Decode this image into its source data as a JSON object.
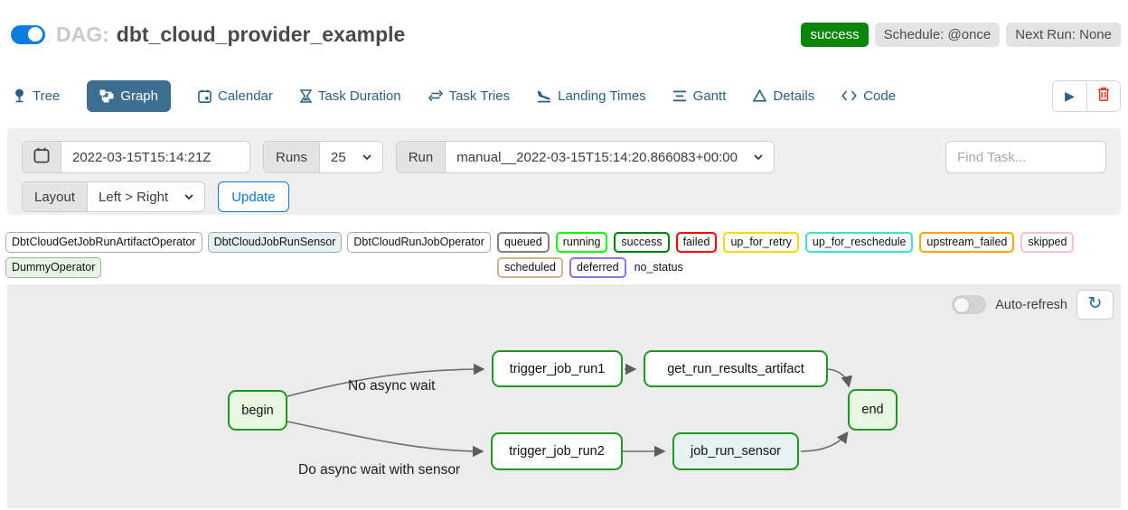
{
  "header": {
    "toggle_state": "on",
    "dag_prefix": "DAG:",
    "dag_name": "dbt_cloud_provider_example",
    "status_badge": "success",
    "schedule_badge": "Schedule: @once",
    "next_run_badge": "Next Run: None"
  },
  "tabs": [
    {
      "label": "Tree",
      "icon": "tree-pin-icon",
      "selected": false
    },
    {
      "label": "Graph",
      "icon": "graph-nodes-icon",
      "selected": true
    },
    {
      "label": "Calendar",
      "icon": "calendar-icon",
      "selected": false
    },
    {
      "label": "Task Duration",
      "icon": "hourglass-icon",
      "selected": false
    },
    {
      "label": "Task Tries",
      "icon": "repeat-icon",
      "selected": false
    },
    {
      "label": "Landing Times",
      "icon": "plane-landing-icon",
      "selected": false
    },
    {
      "label": "Gantt",
      "icon": "gantt-bars-icon",
      "selected": false
    },
    {
      "label": "Details",
      "icon": "triangle-icon",
      "selected": false
    },
    {
      "label": "Code",
      "icon": "code-icon",
      "selected": false
    }
  ],
  "toolbar": {
    "play_icon": "play-icon",
    "trash_icon": "trash-icon",
    "play_color": "#2c5f85",
    "trash_color": "#e0351b"
  },
  "filters": {
    "date_value": "2022-03-15T15:14:21Z",
    "runs_label": "Runs",
    "runs_value": "25",
    "run_label": "Run",
    "run_value": "manual__2022-03-15T15:14:20.866083+00:00",
    "find_task_placeholder": "Find Task...",
    "layout_label": "Layout",
    "layout_value": "Left > Right",
    "update_label": "Update"
  },
  "legend": {
    "operators": [
      {
        "label": "DbtCloudGetJobRunArtifactOperator",
        "fill": "#ffffff"
      },
      {
        "label": "DbtCloudJobRunSensor",
        "fill": "#e6f1f2"
      },
      {
        "label": "DbtCloudRunJobOperator",
        "fill": "#ffffff"
      },
      {
        "label": "DummyOperator",
        "fill": "#e8f7e4"
      }
    ],
    "states": [
      {
        "label": "queued",
        "border": "#808080"
      },
      {
        "label": "running",
        "border": "#00ff00"
      },
      {
        "label": "success",
        "border": "#008000"
      },
      {
        "label": "failed",
        "border": "#ff0000"
      },
      {
        "label": "up_for_retry",
        "border": "#ffd700"
      },
      {
        "label": "up_for_reschedule",
        "border": "#40e0d0"
      },
      {
        "label": "upstream_failed",
        "border": "#ffa500"
      },
      {
        "label": "skipped",
        "border": "#ffc0cb"
      },
      {
        "label": "scheduled",
        "border": "#d2b48c"
      },
      {
        "label": "deferred",
        "border": "#9370db"
      },
      {
        "label": "no_status",
        "border": null
      }
    ]
  },
  "graph": {
    "auto_refresh_label": "Auto-refresh",
    "auto_refresh_on": false,
    "refresh_icon": "refresh-icon",
    "nodes": [
      {
        "label": "begin",
        "fill": "#e8f7e4",
        "border": "#1d9a1d"
      },
      {
        "label": "trigger_job_run1",
        "fill": "#ffffff",
        "border": "#1d9a1d"
      },
      {
        "label": "get_run_results_artifact",
        "fill": "#ffffff",
        "border": "#1d9a1d"
      },
      {
        "label": "end",
        "fill": "#e8f7e4",
        "border": "#1d9a1d"
      },
      {
        "label": "trigger_job_run2",
        "fill": "#ffffff",
        "border": "#1d9a1d"
      },
      {
        "label": "job_run_sensor",
        "fill": "#e6f1f2",
        "border": "#1d9a1d"
      }
    ],
    "edges": [
      {
        "from": "begin",
        "to": "trigger_job_run1",
        "label": "No async wait"
      },
      {
        "from": "begin",
        "to": "trigger_job_run2",
        "label": "Do async wait with sensor"
      },
      {
        "from": "trigger_job_run1",
        "to": "get_run_results_artifact",
        "label": ""
      },
      {
        "from": "get_run_results_artifact",
        "to": "end",
        "label": ""
      },
      {
        "from": "trigger_job_run2",
        "to": "job_run_sensor",
        "label": ""
      },
      {
        "from": "job_run_sensor",
        "to": "end",
        "label": ""
      }
    ],
    "edge_labels": [
      {
        "text": "No async wait"
      },
      {
        "text": "Do async wait with sensor"
      }
    ]
  }
}
